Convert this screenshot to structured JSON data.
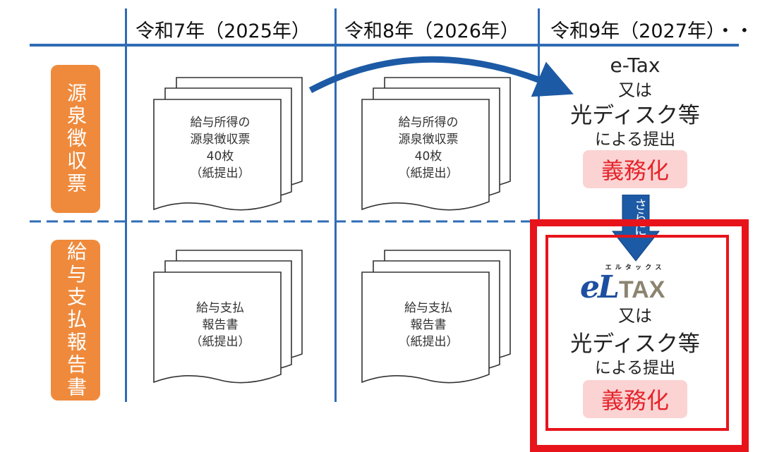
{
  "years": [
    "令和7年（2025年）",
    "令和8年（2026年）",
    "令和9年（2027年）・・"
  ],
  "rows": {
    "withholding": "源泉徴収票",
    "salary_report": "給与支払報告書"
  },
  "withholding_doc": {
    "line1": "給与所得の",
    "line2": "源泉徴収票",
    "line3": "40枚",
    "line4": "（紙提出）"
  },
  "salary_doc": {
    "line1": "給与支払",
    "line2": "報告書",
    "line3": "（紙提出）"
  },
  "etax_block": {
    "system": "e-Tax",
    "or": "又は",
    "disc": "光ディスク等",
    "submit": "による提出",
    "mandatory": "義務化"
  },
  "further_label": "さらに",
  "eltax_block": {
    "ruby": "エ ル タ ッ ク ス",
    "logo_e": "eL",
    "logo_tax": "TAX",
    "or": "又は",
    "disc": "光ディスク等",
    "submit": "による提出",
    "mandatory": "義務化"
  },
  "colors": {
    "grid_blue": "#2f6cb5",
    "label_orange": "#ef8a3c",
    "mandatory_red": "#e5242b",
    "mandatory_bg": "#fbd3d3",
    "highlight_border": "#e8141b"
  }
}
